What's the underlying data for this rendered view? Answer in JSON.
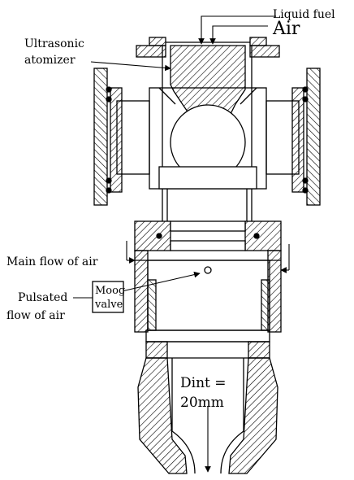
{
  "labels": {
    "liquid_fuel": "Liquid fuel",
    "air": "Air",
    "ultrasonic_line1": "Ultrasonic",
    "ultrasonic_line2": "atomizer",
    "main_flow": "Main flow of air",
    "pulsated_line1": "Pulsated",
    "pulsated_line2": "flow of air",
    "moog_line1": "Moog",
    "moog_line2": "valve",
    "dint_line1": "Dint =",
    "dint_line2": "20mm"
  },
  "colors": {
    "ink": "#000000",
    "hatch": "#000000",
    "background": "#ffffff"
  }
}
